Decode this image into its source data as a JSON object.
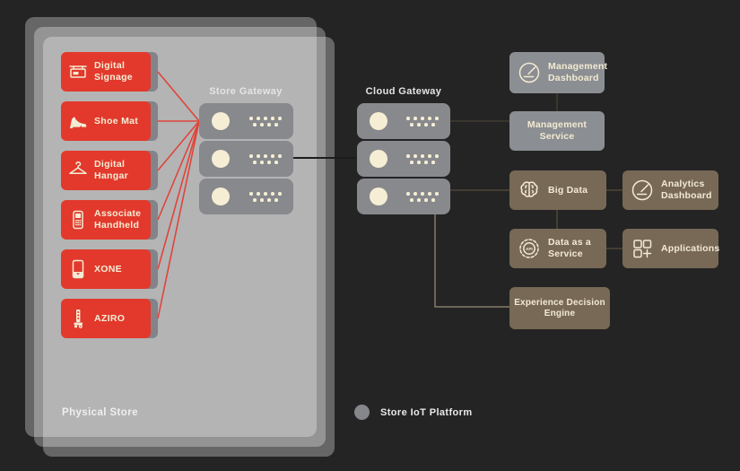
{
  "palette": {
    "background": "#242424",
    "device_red": "#e2392c",
    "device_shadow_gray": "#82848a",
    "server_gray": "#87898d",
    "management_gray": "#8b8e92",
    "data_brown": "#776956",
    "cream_text": "#f3ead2",
    "red_link": "#e0443a",
    "tan_link": "#857c69",
    "dark_link": "#3a362e"
  },
  "physical_store": {
    "label": "Physical Store"
  },
  "devices": [
    {
      "id": "digital-signage",
      "label": "Digital Signage",
      "icon": "signage-icon"
    },
    {
      "id": "shoe-mat",
      "label": "Shoe Mat",
      "icon": "shoe-icon"
    },
    {
      "id": "digital-hangar",
      "label": "Digital Hangar",
      "icon": "hanger-icon"
    },
    {
      "id": "associate-handheld",
      "label": "Associate Handheld",
      "icon": "handheld-icon"
    },
    {
      "id": "xone",
      "label": "XONE",
      "icon": "xone-icon"
    },
    {
      "id": "aziro",
      "label": "AZIRO",
      "icon": "aziro-icon"
    }
  ],
  "store_gateway": {
    "label": "Store Gateway",
    "server_rows": 3
  },
  "cloud_gateway": {
    "label": "Cloud Gateway",
    "server_rows": 3
  },
  "services": [
    {
      "id": "management-dashboard",
      "label": "Management Dashboard",
      "icon": "gauge-icon"
    },
    {
      "id": "management-service",
      "label": "Management Service",
      "icon": null
    },
    {
      "id": "big-data",
      "label": "Big Data",
      "icon": "brain-icon"
    },
    {
      "id": "analytics-dashboard",
      "label": "Analytics Dashboard",
      "icon": "gauge-icon"
    },
    {
      "id": "data-as-a-service",
      "label": "Data as a Service",
      "icon": "api-gear-icon",
      "icon_text": "API"
    },
    {
      "id": "applications",
      "label": "Applications",
      "icon": "apps-icon"
    },
    {
      "id": "experience-decision-engine",
      "label": "Experience Decision Engine",
      "icon": null
    }
  ],
  "legend": {
    "label": "Store IoT Platform"
  }
}
